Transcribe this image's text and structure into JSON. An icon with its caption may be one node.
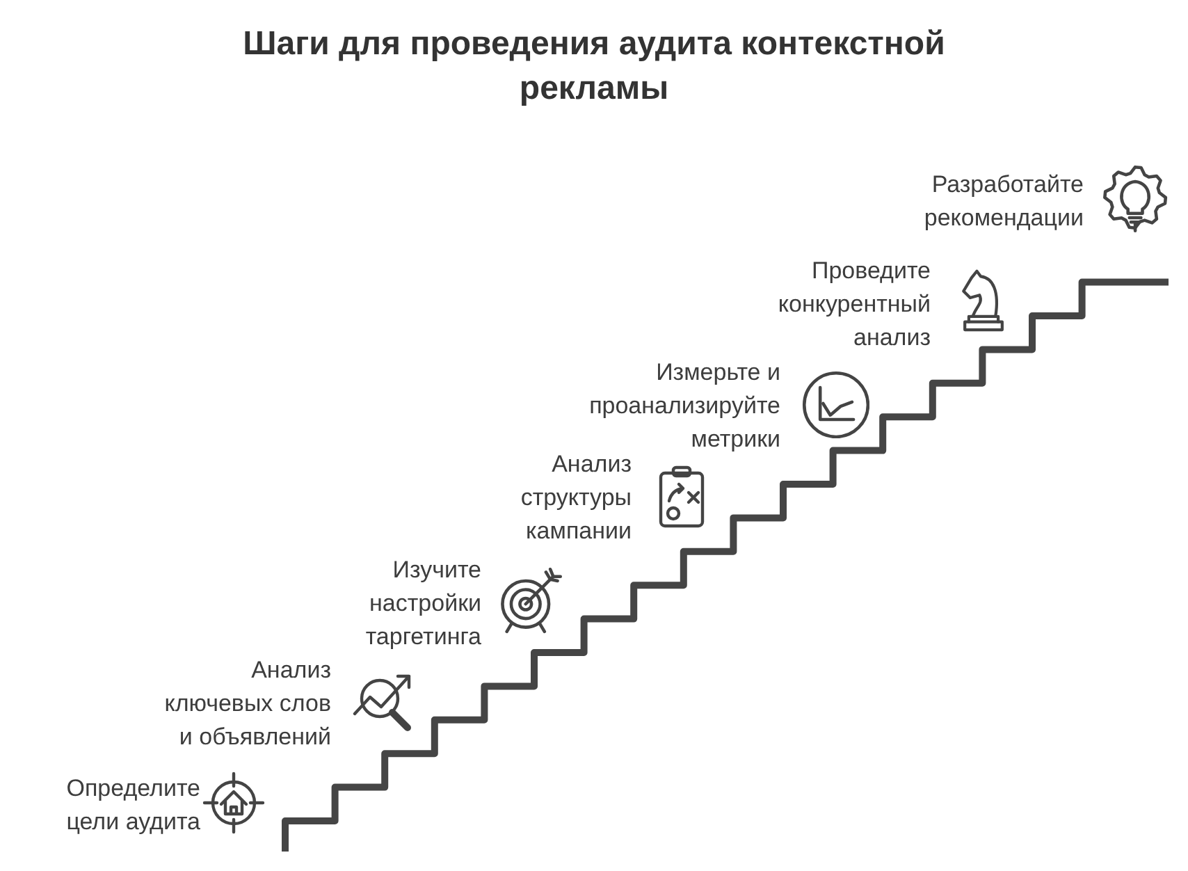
{
  "diagram": {
    "title": "Шаги для проведения аудита контекстной рекламы",
    "labels": [
      "Определите цели аудита",
      "Анализ ключевых слов и объявлений",
      "Изучите настройки таргетинга",
      "Анализ структуры кампании",
      "Измерьте и проанализируйте метрики",
      "Проведите конкурентный анализ",
      "Разработайте рекомендации"
    ]
  }
}
